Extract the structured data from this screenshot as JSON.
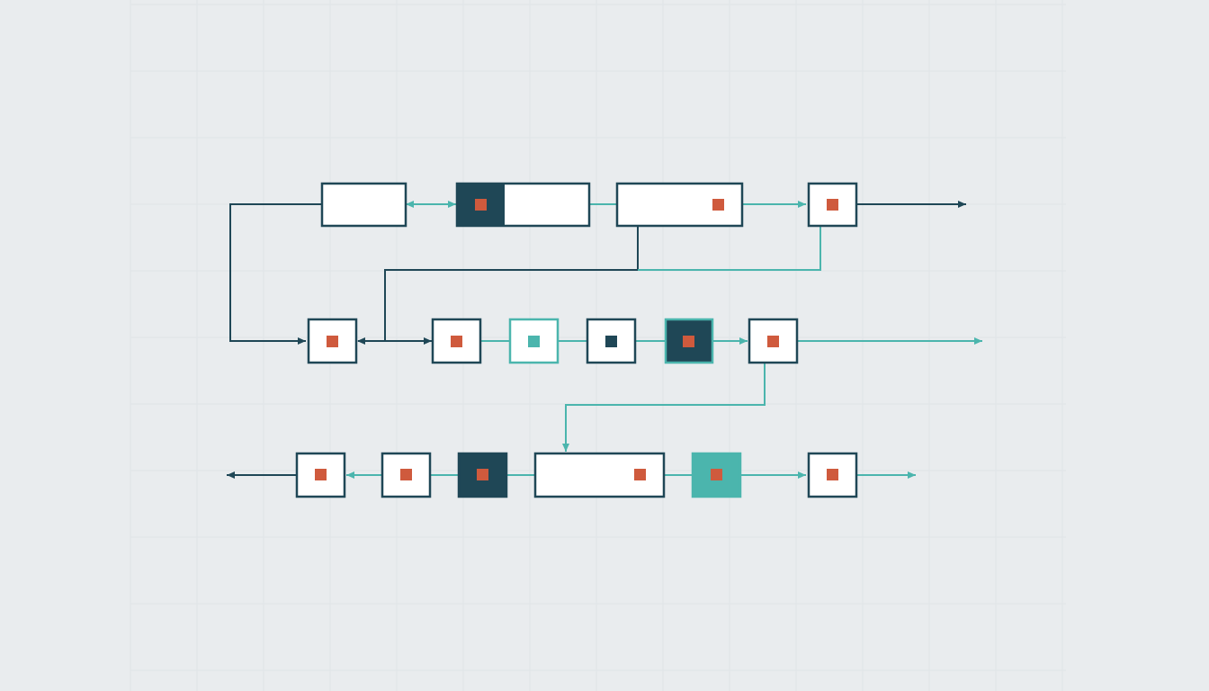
{
  "diagram": {
    "colors": {
      "background": "#e9ecee",
      "grid": "#dfe4e7",
      "dark": "#1f4756",
      "teal": "#4bb5ad",
      "accent": "#cf5a3d",
      "node_fill": "#ffffff"
    },
    "rows": [
      {
        "name": "row-1",
        "nodes": [
          {
            "name": "node-r1-a",
            "kind": "wide",
            "fill": "white",
            "border": "dark",
            "marker": "none"
          },
          {
            "name": "node-r1-b",
            "kind": "wide-split",
            "fill": "white",
            "border": "dark",
            "marker": "orange-on-dark"
          },
          {
            "name": "node-r1-c",
            "kind": "wide",
            "fill": "white",
            "border": "dark",
            "marker": "orange"
          },
          {
            "name": "node-r1-d",
            "kind": "square",
            "fill": "white",
            "border": "dark",
            "marker": "orange"
          }
        ]
      },
      {
        "name": "row-2",
        "nodes": [
          {
            "name": "node-r2-a",
            "kind": "square",
            "fill": "white",
            "border": "dark",
            "marker": "orange"
          },
          {
            "name": "node-r2-b",
            "kind": "square",
            "fill": "white",
            "border": "dark",
            "marker": "orange"
          },
          {
            "name": "node-r2-c",
            "kind": "square",
            "fill": "white",
            "border": "teal",
            "marker": "teal"
          },
          {
            "name": "node-r2-d",
            "kind": "square",
            "fill": "white",
            "border": "dark",
            "marker": "dark"
          },
          {
            "name": "node-r2-e",
            "kind": "square",
            "fill": "dark",
            "border": "teal",
            "marker": "orange"
          },
          {
            "name": "node-r2-f",
            "kind": "square",
            "fill": "white",
            "border": "dark",
            "marker": "orange"
          }
        ]
      },
      {
        "name": "row-3",
        "nodes": [
          {
            "name": "node-r3-a",
            "kind": "square",
            "fill": "white",
            "border": "dark",
            "marker": "orange"
          },
          {
            "name": "node-r3-b",
            "kind": "square",
            "fill": "white",
            "border": "dark",
            "marker": "orange"
          },
          {
            "name": "node-r3-c",
            "kind": "square",
            "fill": "dark",
            "border": "dark",
            "marker": "orange"
          },
          {
            "name": "node-r3-d",
            "kind": "wide",
            "fill": "white",
            "border": "dark",
            "marker": "orange"
          },
          {
            "name": "node-r3-e",
            "kind": "square",
            "fill": "teal",
            "border": "teal",
            "marker": "orange"
          },
          {
            "name": "node-r3-f",
            "kind": "square",
            "fill": "white",
            "border": "dark",
            "marker": "orange"
          }
        ]
      }
    ]
  }
}
